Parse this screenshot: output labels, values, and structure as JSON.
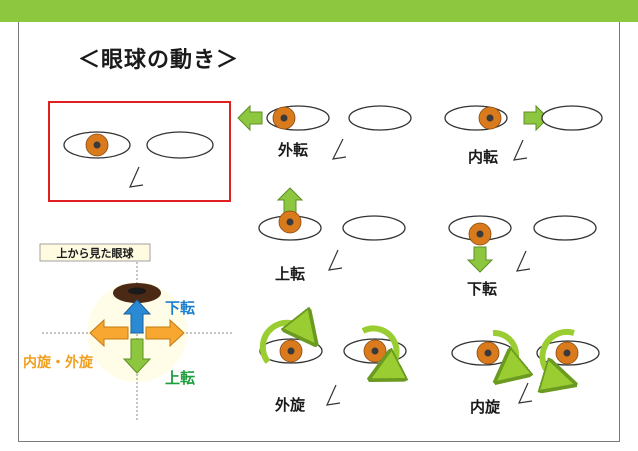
{
  "title": "＜眼球の動き＞",
  "labels": {
    "abduction": "外転",
    "adduction": "内転",
    "elevation": "上転",
    "depression": "下転",
    "extorsion": "外旋",
    "intorsion": "内旋"
  },
  "topview": {
    "caption": "上から見た眼球",
    "depression": "下転",
    "elevation": "上転",
    "torsion": "内旋・外旋"
  },
  "colors": {
    "topbar": "#8dc63f",
    "iris": "#d97a1c",
    "pupil": "#3a3a3a",
    "arrow_green": "#8dc63f",
    "arrow_green_stroke": "#5f8f25",
    "rot_arrow": "#9acd32",
    "box_red": "#e02020",
    "arrow_blue": "#2a8ad4",
    "arrow_orange": "#f8a830",
    "text_blue": "#1a7fd0",
    "text_green": "#1e9e3c",
    "text_orange": "#f0a020",
    "top_eye": "#4a2a14"
  }
}
